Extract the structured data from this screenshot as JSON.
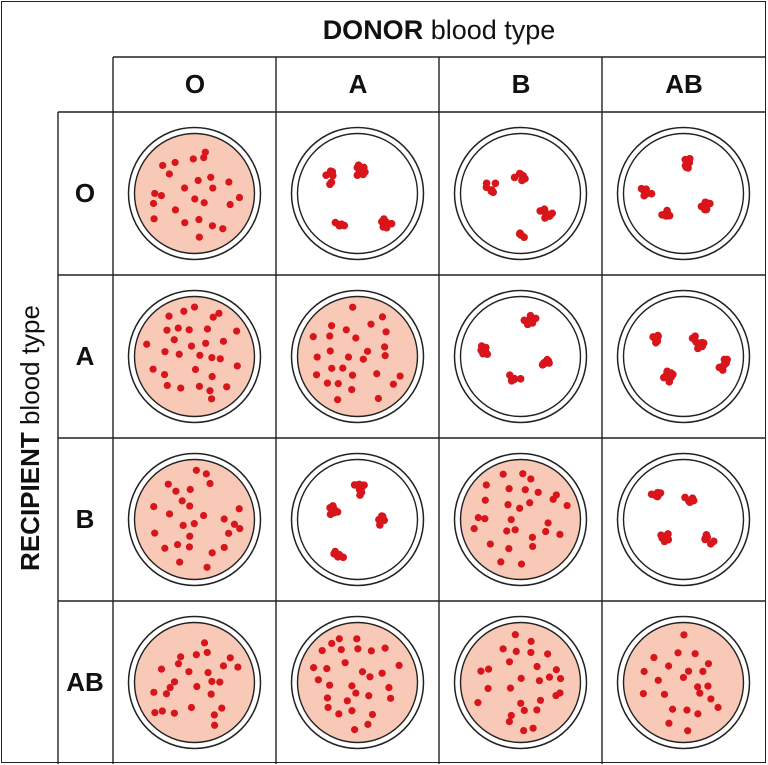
{
  "donor_title": {
    "bold": "DONOR",
    "rest": "blood type"
  },
  "recipient_title": {
    "bold": "RECIPIENT",
    "rest": "blood type"
  },
  "donor_types": [
    "O",
    "A",
    "B",
    "AB"
  ],
  "recipient_types": [
    "O",
    "A",
    "B",
    "AB"
  ],
  "colors": {
    "line": "#222222",
    "dish_fill_compatible": "#f7c9b6",
    "dish_fill_agglutinated": "#ffffff",
    "cell": "#d8151b"
  },
  "results": [
    [
      "compatible",
      "agglutinated",
      "agglutinated",
      "agglutinated"
    ],
    [
      "compatible",
      "compatible",
      "agglutinated",
      "agglutinated"
    ],
    [
      "compatible",
      "agglutinated",
      "compatible",
      "agglutinated"
    ],
    [
      "compatible",
      "compatible",
      "compatible",
      "compatible"
    ]
  ]
}
